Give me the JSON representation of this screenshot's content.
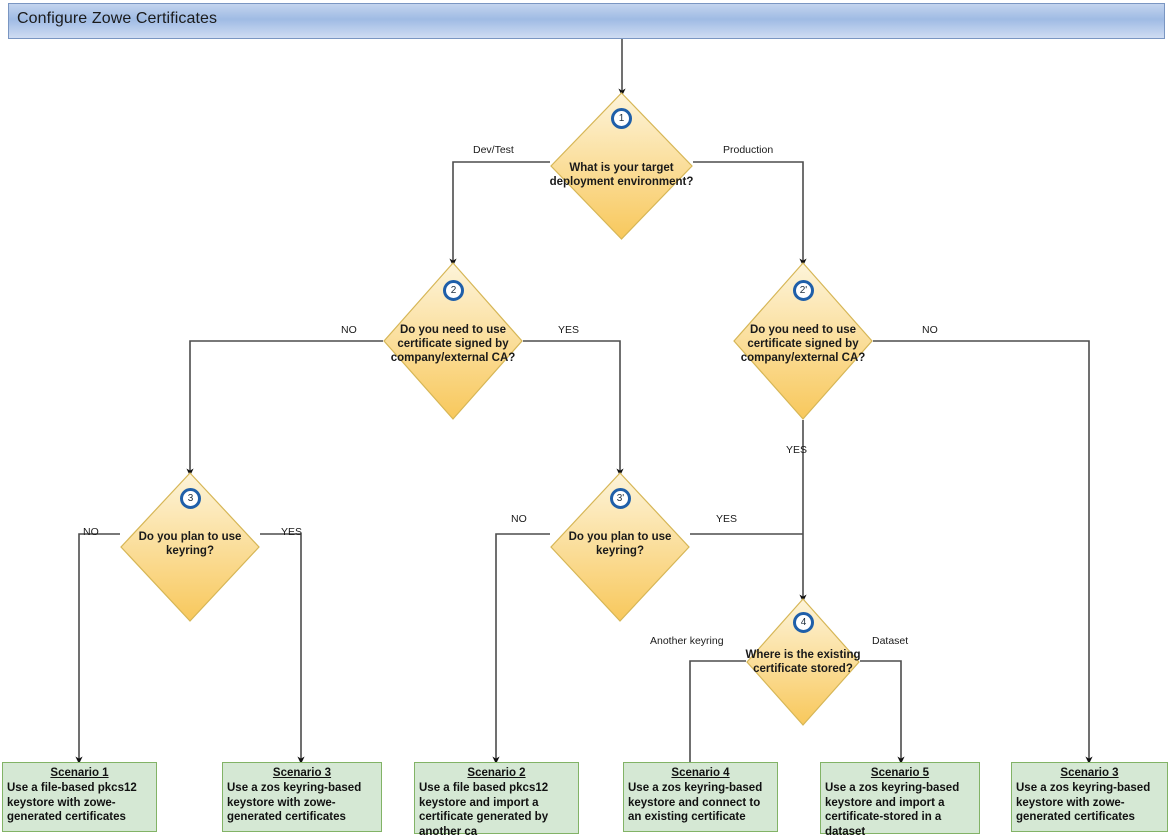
{
  "titlebar": {
    "title": "Configure Zowe Certificates"
  },
  "decisions": [
    {
      "id": "d1",
      "badge": "1",
      "text": "What is your target\ndeployment environment?"
    },
    {
      "id": "d2",
      "badge": "2",
      "text": "Do you need to use\ncertificate signed by\ncompany/external CA?"
    },
    {
      "id": "d2p",
      "badge": "2'",
      "text": "Do you need to use\ncertificate signed by\ncompany/external CA?"
    },
    {
      "id": "d3",
      "badge": "3",
      "text": "Do you plan to use\nkeyring?"
    },
    {
      "id": "d3p",
      "badge": "3'",
      "text": "Do you plan to use\nkeyring?"
    },
    {
      "id": "d4",
      "badge": "4",
      "text": "Where is the existing\ncertificate stored?"
    }
  ],
  "edge_labels": [
    {
      "id": "e-devtest",
      "text": "Dev/Test"
    },
    {
      "id": "e-production",
      "text": "Production"
    },
    {
      "id": "e-d2-no",
      "text": "NO"
    },
    {
      "id": "e-d2-yes",
      "text": "YES"
    },
    {
      "id": "e-d2p-no",
      "text": "NO"
    },
    {
      "id": "e-d2p-yes",
      "text": "YES"
    },
    {
      "id": "e-d3-no",
      "text": "NO"
    },
    {
      "id": "e-d3-yes",
      "text": "YES"
    },
    {
      "id": "e-d3p-no",
      "text": "NO"
    },
    {
      "id": "e-d3p-yes",
      "text": "YES"
    },
    {
      "id": "e-d4-keyring",
      "text": "Another keyring"
    },
    {
      "id": "e-d4-dataset",
      "text": "Dataset"
    }
  ],
  "scenarios": [
    {
      "id": "s1",
      "title": "Scenario 1",
      "body": "Use a file-based pkcs12 keystore with zowe-generated certificates"
    },
    {
      "id": "s3a",
      "title": "Scenario 3",
      "body": "Use a zos keyring-based keystore with zowe-generated certificates"
    },
    {
      "id": "s2",
      "title": "Scenario 2",
      "body": "Use a file based pkcs12 keystore and import a certificate generated by another ca"
    },
    {
      "id": "s4",
      "title": "Scenario 4",
      "body": "Use a zos keyring-based keystore and connect to an existing certificate"
    },
    {
      "id": "s5",
      "title": "Scenario 5",
      "body": "Use a zos keyring-based keystore and import a certificate-stored in a dataset"
    },
    {
      "id": "s3b",
      "title": "Scenario 3",
      "body": "Use a zos keyring-based keystore with zowe-generated certificates"
    }
  ],
  "colors": {
    "diamond_fill_top": "#fdf0cd",
    "diamond_fill_bottom": "#f9c95f",
    "diamond_stroke": "#d6b656",
    "scenario_fill": "#d5e8d4",
    "scenario_stroke": "#82b366",
    "titlebar_fill": "#a8c1e7",
    "titlebar_stroke": "#7a96c2",
    "badge_stroke": "#1f5fa9",
    "connector": "#4d4d4d"
  }
}
